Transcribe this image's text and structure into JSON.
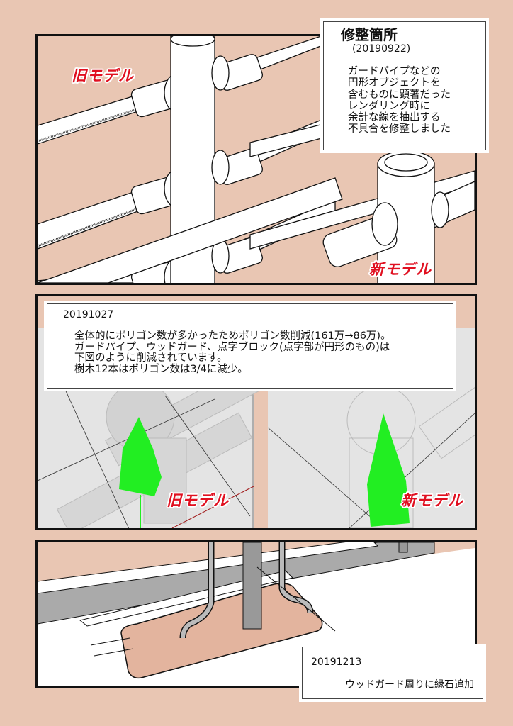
{
  "colors": {
    "page_background": "#E9C6B3",
    "label_red": "#E01020",
    "wireframe_green": "#22EE22",
    "viewport_gray": "#E4E4E4",
    "panel_border": "#111111"
  },
  "panel1": {
    "label_old": "旧モデル",
    "label_new": "新モデル",
    "note": {
      "title": "修整箇所",
      "date": "(20190922)",
      "lines": [
        "ガードパイプなどの",
        "円形オブジェクトを",
        "含むものに顕著だった",
        "レンダリング時に",
        "余計な線を抽出する",
        "不具合を修整しました"
      ]
    }
  },
  "panel2": {
    "label_old": "旧モデル",
    "label_new": "新モデル",
    "note": {
      "date": "20191027",
      "lines": [
        "全体的にポリゴン数が多かったためポリゴン数削減(161万→86万)。",
        "ガードパイプ、ウッドガード、点字ブロック(点字部が円形のもの)は",
        "下図のように削減されています。",
        "樹木12本はポリゴン数は3/4に減少。"
      ]
    }
  },
  "panel3": {
    "note": {
      "date": "20191213",
      "lines": [
        "ウッドガード周りに縁石追加"
      ]
    }
  }
}
